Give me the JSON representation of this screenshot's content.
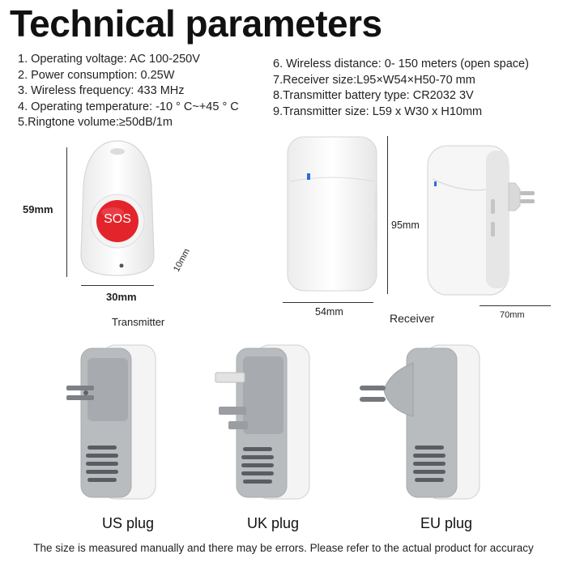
{
  "title": "Technical parameters",
  "params_left": [
    "1. Operating voltage: AC 100-250V",
    "2. Power consumption: 0.25W",
    "3. Wireless frequency: 433 MHz",
    "4. Operating temperature: -10 ° C~+45 ° C",
    "5.Ringtone volume:≥50dB/1m"
  ],
  "params_right": [
    "6. Wireless distance: 0- 150 meters (open space)",
    "7.Receiver size:L95×W54×H50-70 mm",
    "8.Transmitter battery type: CR2032 3V",
    "9.Transmitter size: L59 x W30 x H10mm"
  ],
  "transmitter": {
    "button_text": "SOS",
    "height_label": "59mm",
    "width_label": "30mm",
    "depth_label": "10mm",
    "caption": "Transmitter"
  },
  "receiver": {
    "height_label": "95mm",
    "width_label": "54mm",
    "depth_label": "70mm",
    "caption": "Receiver"
  },
  "plugs": [
    {
      "label": "US plug"
    },
    {
      "label": "UK plug"
    },
    {
      "label": "EU plug"
    }
  ],
  "footer": "The size is measured manually and there may be errors. Please refer to the actual product for accuracy",
  "colors": {
    "sos_button": "#e3242b",
    "device_white": "#f7f7f7",
    "plug_gray": "#b9bcbf"
  }
}
